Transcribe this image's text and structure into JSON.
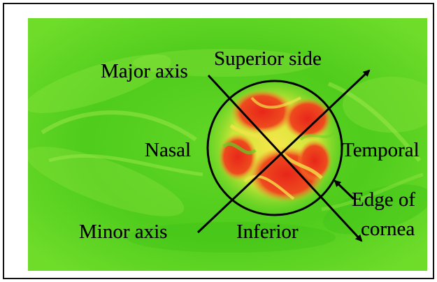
{
  "figure": {
    "labels": {
      "major_axis": "Major axis",
      "superior": "Superior side",
      "nasal": "Nasal",
      "temporal": "Temporal",
      "minor_axis": "Minor axis",
      "inferior": "Inferior",
      "edge_line1": "Edge of",
      "edge_line2": "cornea"
    },
    "colors": {
      "background_green": "#52d21e",
      "heat_yellow": "#f2e83a",
      "heat_red": "#ea2a1a",
      "lines": "#000000"
    }
  }
}
